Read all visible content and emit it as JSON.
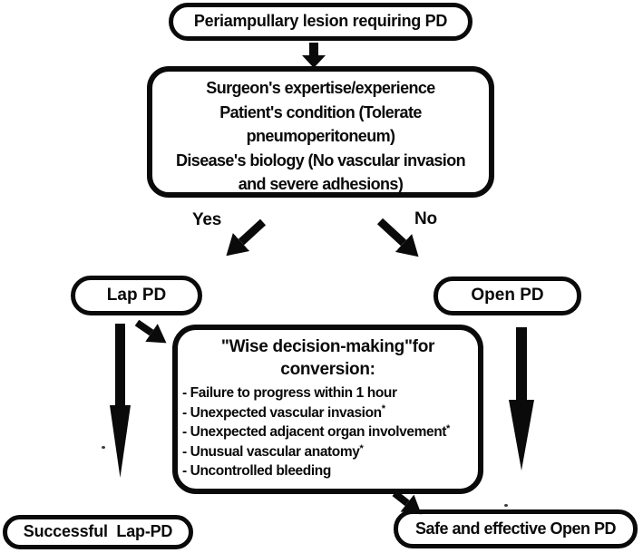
{
  "colors": {
    "ink": "#0a0a0a",
    "background": "#ffffff",
    "box_fill": "#ffffff"
  },
  "nodes": {
    "start": {
      "label": "Periampullary lesion requiring PD"
    },
    "criteria": {
      "lines": [
        "Surgeon's expertise/experience",
        "Patient's condition (Tolerate",
        "pneumoperitoneum)",
        "Disease's biology (No vascular invasion",
        "and severe adhesions)"
      ]
    },
    "yes_label": "Yes",
    "no_label": "No",
    "lap_pd": {
      "label": "Lap PD"
    },
    "open_pd": {
      "label": "Open PD"
    },
    "wise": {
      "title_line1": "\"Wise decision-making\"for",
      "title_line2": "conversion:",
      "items": [
        {
          "text": "- Failure to progress within 1 hour"
        },
        {
          "text": "- Unexpected vascular invasion",
          "sup": "*"
        },
        {
          "text": "- Unexpected adjacent organ involvement",
          "sup": "*"
        },
        {
          "text": "- Unusual vascular anatomy",
          "sup": "*"
        },
        {
          "text": "- Uncontrolled bleeding"
        }
      ]
    },
    "successful_lap": {
      "label": "Successful  Lap-PD"
    },
    "safe_open": {
      "label": "Safe and effective Open PD"
    }
  }
}
